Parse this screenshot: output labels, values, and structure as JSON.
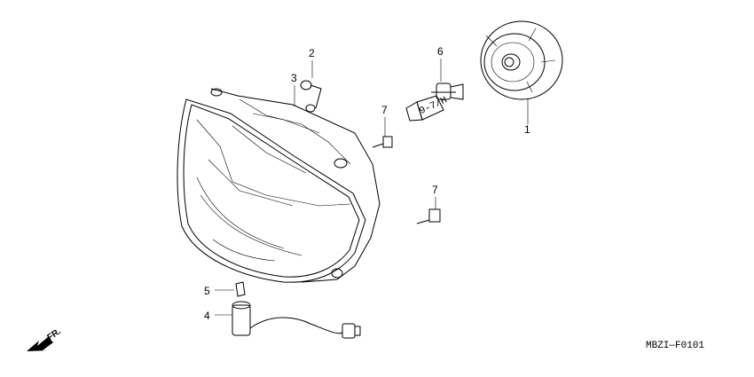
{
  "diagram": {
    "code": "MBZI—F0101",
    "direction_label": "FR.",
    "callouts": [
      {
        "id": "1",
        "text": "1"
      },
      {
        "id": "2",
        "text": "2"
      },
      {
        "id": "3",
        "text": "3"
      },
      {
        "id": "4",
        "text": "4"
      },
      {
        "id": "5",
        "text": "5"
      },
      {
        "id": "6",
        "text": "6"
      },
      {
        "id": "7a",
        "text": "7"
      },
      {
        "id": "7b",
        "text": "7"
      }
    ],
    "bulb_marking": "9-7/H"
  }
}
